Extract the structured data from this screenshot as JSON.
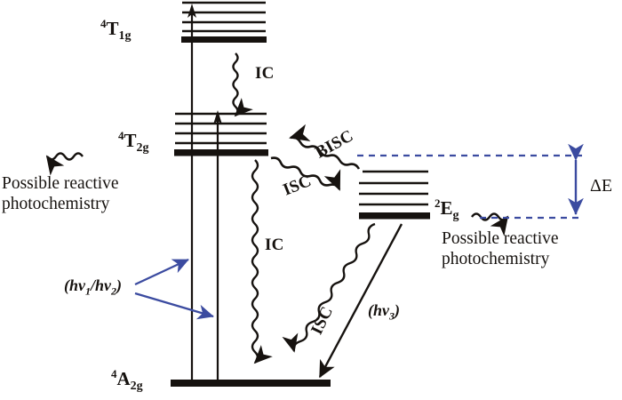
{
  "figure": {
    "type": "jablonski-energy-level-diagram",
    "background_color": "#ffffff",
    "ink_color": "#16120f",
    "accent_color": "#3b4ba0"
  },
  "states": {
    "t1g": {
      "label_pre": "4",
      "label_main": "T",
      "label_sub": "1g",
      "label_text": "4T1g"
    },
    "t2g": {
      "label_pre": "4",
      "label_main": "T",
      "label_sub": "2g",
      "label_text": "4T2g"
    },
    "eg": {
      "label_pre": "2",
      "label_main": "E",
      "label_sub": "g",
      "label_text": "2Eg"
    },
    "a2g": {
      "label_pre": "4",
      "label_main": "A",
      "label_sub": "2g",
      "label_text": "4A2g"
    }
  },
  "processes": {
    "ic_upper": "IC",
    "ic_lower": "IC",
    "isc_upper": "ISC",
    "isc_lower": "ISC",
    "bisc": "BISC"
  },
  "annotations": {
    "photochem_left_line1": "Possible reactive",
    "photochem_left_line2": "photochemistry",
    "photochem_right_line1": "Possible reactive",
    "photochem_right_line2": "photochemistry",
    "delta_e": "ΔE",
    "excitation_pre": "(",
    "excitation_hv1": "hv",
    "excitation_sub1": "1",
    "excitation_slash": "/",
    "excitation_hv2": "hv",
    "excitation_sub2": "2",
    "excitation_post": ")",
    "emission_pre": "(",
    "emission_hv3": "hv",
    "emission_sub3": "3",
    "emission_post": ")"
  }
}
